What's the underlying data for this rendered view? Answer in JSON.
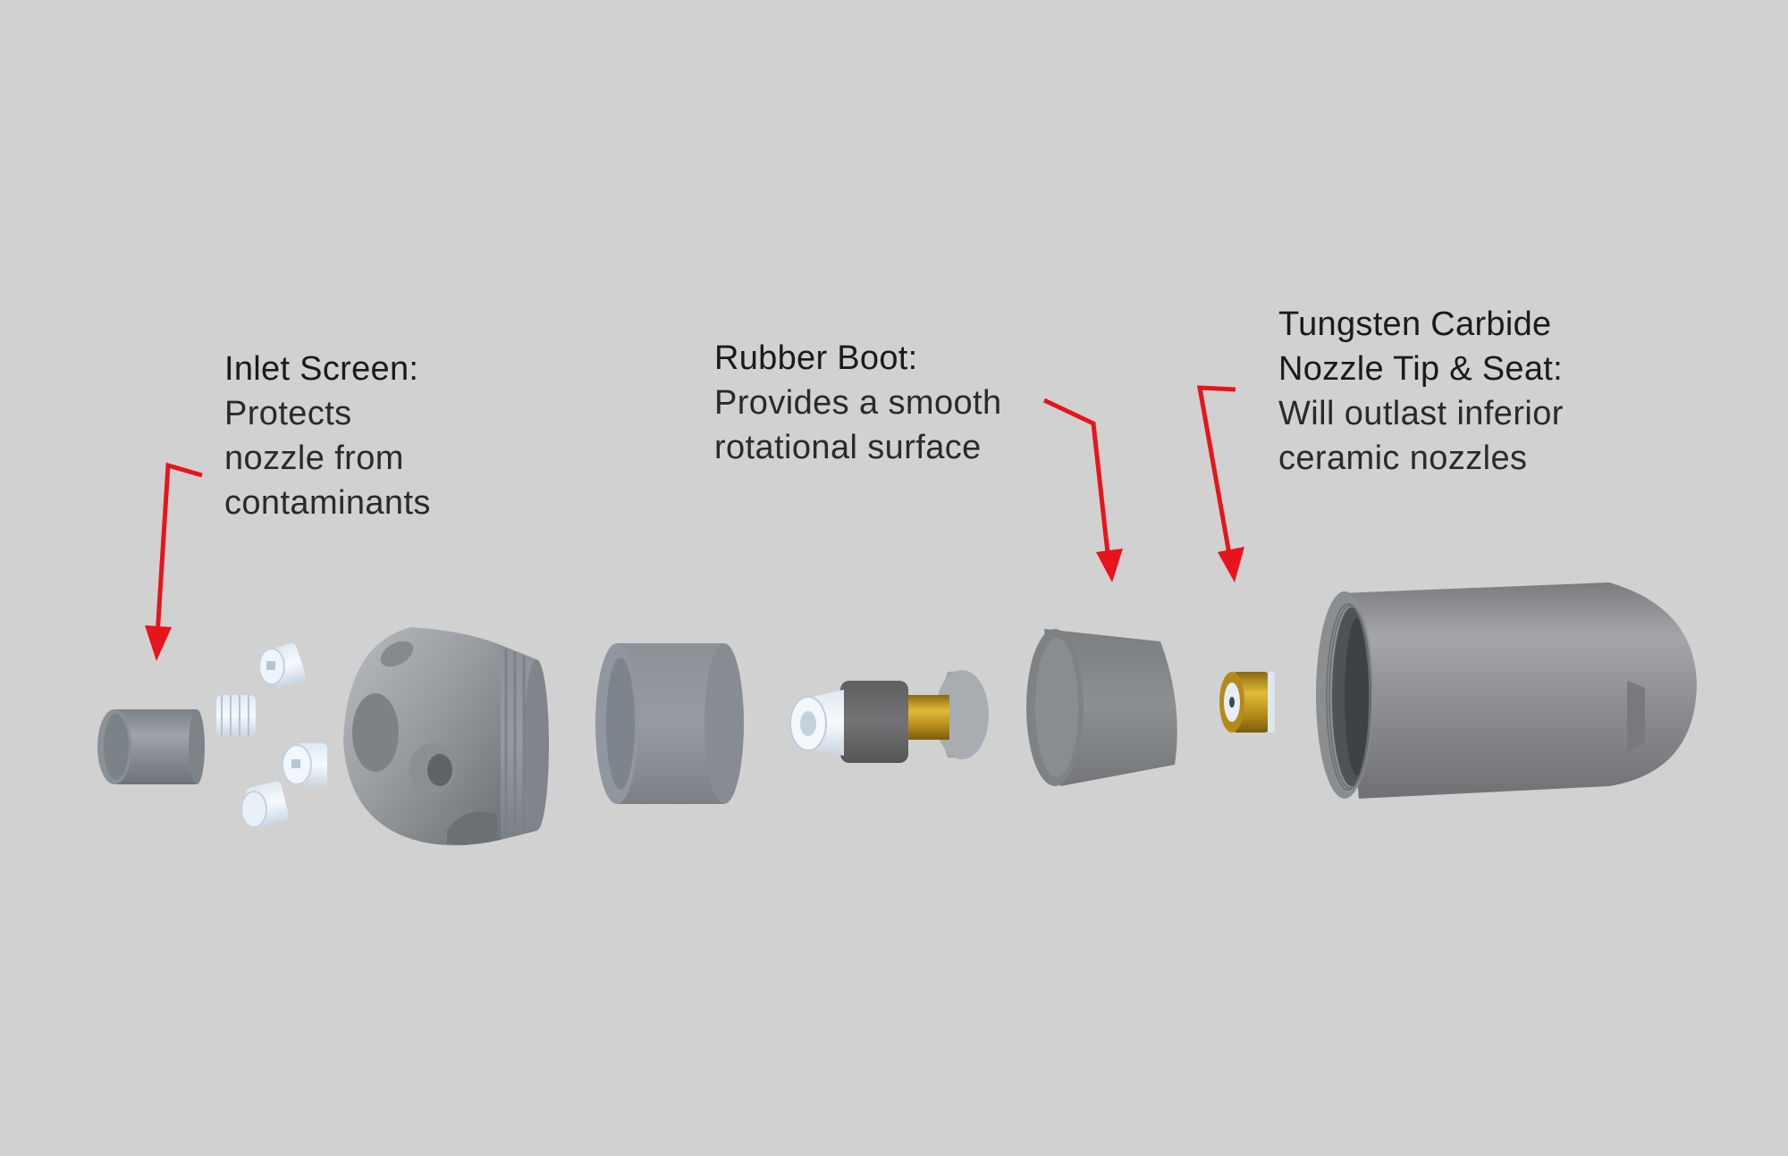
{
  "diagram": {
    "type": "exploded-assembly",
    "subject": "rotating sewer jetter nozzle",
    "background_color": "#d1d1d1",
    "arrow_color": "#e8141c",
    "text_color": "#1e1e1e"
  },
  "callouts": [
    {
      "id": "inlet-screen",
      "title_lines": [
        "Inlet Screen:"
      ],
      "desc_lines": [
        "Protects",
        "nozzle from",
        "contaminants"
      ],
      "points_to": "inlet-screen-part"
    },
    {
      "id": "rubber-boot",
      "title_lines": [
        "Rubber Boot:"
      ],
      "desc_lines": [
        "Provides a smooth",
        "rotational surface"
      ],
      "points_to": "rubber-boot-part"
    },
    {
      "id": "tungsten-carbide",
      "title_lines": [
        "Tungsten Carbide",
        "Nozzle Tip & Seat:"
      ],
      "desc_lines": [
        "Will outlast inferior",
        "ceramic nozzles"
      ],
      "points_to": "nozzle-tip-seat-part"
    }
  ],
  "parts": [
    {
      "id": "inlet-screen-part",
      "label": "inlet screen",
      "color": "#8e959b"
    },
    {
      "id": "jet-plugs",
      "label": "threaded jet plugs",
      "count": 4,
      "color": "#e4eef6"
    },
    {
      "id": "nozzle-head",
      "label": "nozzle head body",
      "color": "#9a9ea2"
    },
    {
      "id": "cover-ring",
      "label": "sleeve ring",
      "color": "#8a9096"
    },
    {
      "id": "rotor-assembly",
      "label": "rotor shaft assembly",
      "color": "#6a6a6c"
    },
    {
      "id": "rubber-boot-part",
      "label": "rubber boot",
      "color": "#86898c"
    },
    {
      "id": "nozzle-tip-seat-part",
      "label": "tungsten carbide tip & seat",
      "color": "#c9a020"
    },
    {
      "id": "outer-housing",
      "label": "bullet housing",
      "color": "#8d8f92"
    }
  ]
}
